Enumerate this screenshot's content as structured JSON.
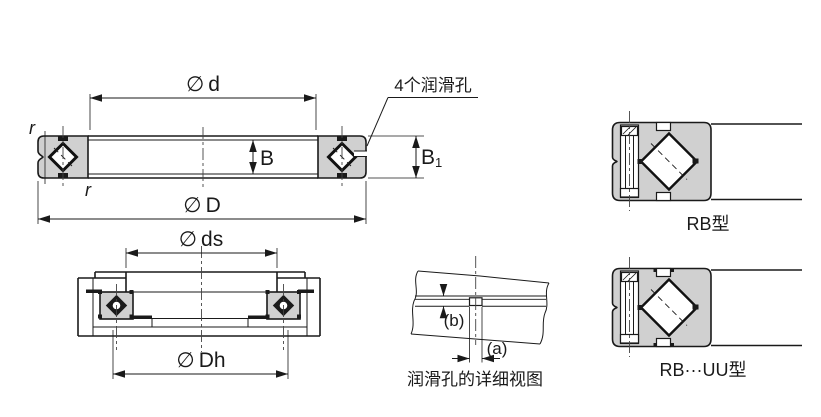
{
  "figure": {
    "main_view": {
      "dim_bore": {
        "symbol": "∅",
        "name": "d"
      },
      "dim_width": "B",
      "dim_width1": {
        "main": "B",
        "sub": "1"
      },
      "dim_outer": {
        "symbol": "∅",
        "name": "D"
      },
      "chamfer_top": "r",
      "chamfer_bottom": "r",
      "lube_note": "4个润滑孔"
    },
    "mounting_view": {
      "dim_shaft": {
        "symbol": "∅",
        "name": "ds"
      },
      "dim_housing": {
        "symbol": "∅",
        "name": "Dh"
      }
    },
    "detail_view": {
      "dim_a": "(a)",
      "dim_b": "(b)",
      "caption": "润滑孔的详细视图"
    },
    "types": {
      "rb": "RB型",
      "rbuu": "RB···UU型"
    },
    "colors": {
      "line": "#1a1a1a",
      "ring_fill": "#d0d0d0",
      "background": "#ffffff"
    }
  }
}
